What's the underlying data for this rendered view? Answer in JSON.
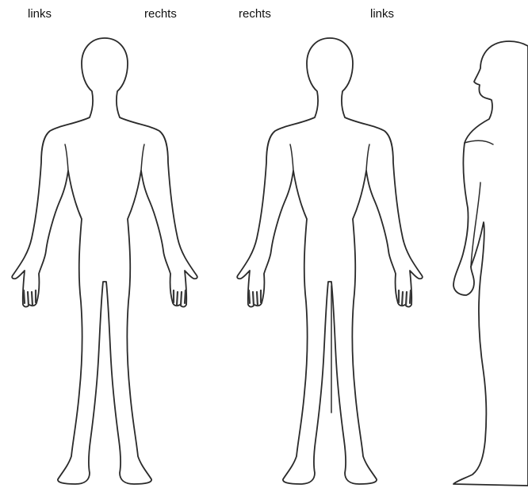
{
  "labels": {
    "figure1_left": "links",
    "figure1_right": "rechts",
    "figure2_left": "rechts",
    "figure2_right": "links"
  },
  "figures": [
    {
      "view": "front"
    },
    {
      "view": "back"
    },
    {
      "view": "side"
    }
  ],
  "colors": {
    "outline": "#2a2a2a",
    "background": "#ffffff"
  }
}
